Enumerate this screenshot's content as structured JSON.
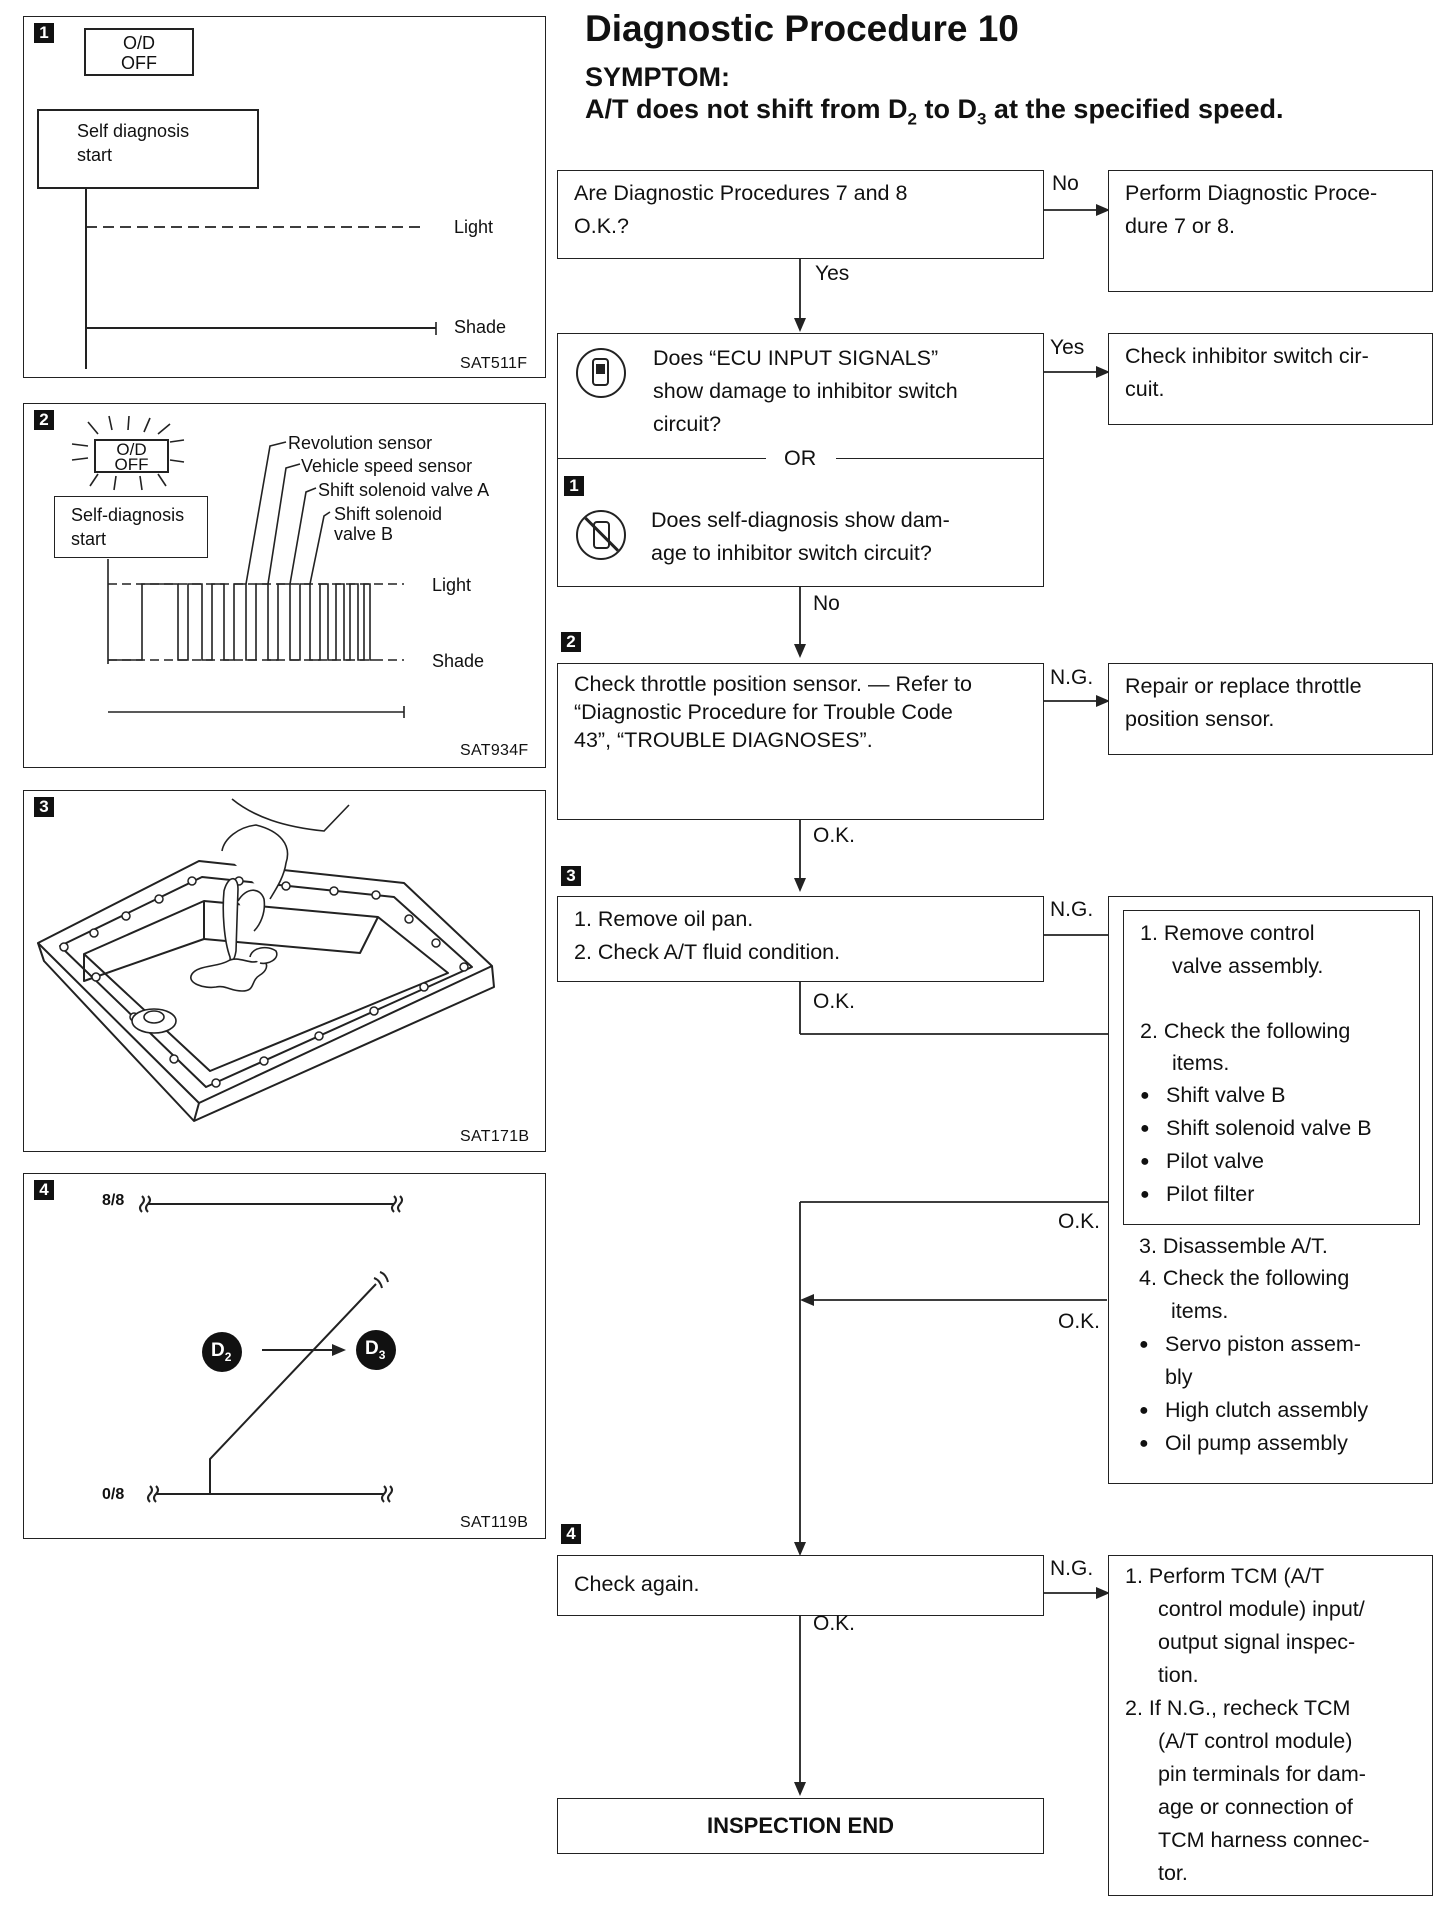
{
  "title": "Diagnostic Procedure 10",
  "symptom_label": "SYMPTOM:",
  "symptom_parts": [
    "A/T does not shift from D",
    "2",
    " to D",
    "3",
    " at the specified speed."
  ],
  "left_panels": {
    "p1": {
      "num": "1",
      "od_top": "O/D",
      "od_bottom": "OFF",
      "start_line1": "Self diagnosis",
      "start_line2": "start",
      "light": "Light",
      "shade": "Shade",
      "code": "SAT511F"
    },
    "p2": {
      "num": "2",
      "od_top": "O/D",
      "od_bottom": "OFF",
      "start_line1": "Self-diagnosis",
      "start_line2": "start",
      "labels": [
        "Revolution sensor",
        "Vehicle speed sensor",
        "Shift solenoid valve A",
        "Shift solenoid",
        "valve B"
      ],
      "light": "Light",
      "shade": "Shade",
      "code": "SAT934F"
    },
    "p3": {
      "num": "3",
      "code": "SAT171B"
    },
    "p4": {
      "num": "4",
      "top_label": "8/8",
      "bottom_label": "0/8",
      "from_gear": "D",
      "from_sub": "2",
      "to_gear": "D",
      "to_sub": "3",
      "code": "SAT119B"
    }
  },
  "flow": {
    "q1": [
      "Are Diagnostic Procedures 7 and 8",
      "O.K.?"
    ],
    "r1": [
      "Perform Diagnostic Proce-",
      "dure 7 or 8."
    ],
    "q2a": [
      "Does “ECU INPUT SIGNALS”",
      "show damage to inhibitor switch",
      "circuit?"
    ],
    "or": "OR",
    "q2_num": "1",
    "q2b": [
      "Does self-diagnosis show dam-",
      "age to inhibitor switch circuit?"
    ],
    "r2": [
      "Check inhibitor switch cir-",
      "cuit."
    ],
    "q3_num": "2",
    "q3": [
      "Check throttle position sensor. — Refer to",
      "“Diagnostic Procedure for Trouble Code",
      "43”, “TROUBLE DIAGNOSES”."
    ],
    "r3": [
      "Repair or replace throttle",
      "position sensor."
    ],
    "q4_num": "3",
    "q4": [
      "1.  Remove oil pan.",
      "2.  Check A/T fluid condition."
    ],
    "r4_inner": {
      "step1": [
        "1.  Remove control",
        "valve assembly."
      ],
      "step2": [
        "2.  Check the following",
        "items."
      ],
      "bullets": [
        "Shift valve B",
        "Shift solenoid valve B",
        "Pilot valve",
        "Pilot filter"
      ]
    },
    "r4_outer": {
      "step3": "3.  Disassemble A/T.",
      "step4": [
        "4.  Check the following",
        "items."
      ],
      "bullets": [
        "Servo piston assem-",
        "bly",
        "High clutch assembly",
        "Oil pump assembly"
      ]
    },
    "q5_num": "4",
    "q5": "Check again.",
    "r5": [
      "1.  Perform TCM (A/T",
      "control module) input/",
      "output signal inspec-",
      "tion.",
      "2.  If N.G., recheck TCM",
      "(A/T control module)",
      "pin terminals for dam-",
      "age or connection of",
      "TCM harness connec-",
      "tor."
    ],
    "end": "INSPECTION END",
    "edge_labels": {
      "no1": "No",
      "yes1": "Yes",
      "yes2": "Yes",
      "no2": "No",
      "ng3": "N.G.",
      "ok3": "O.K.",
      "ng4": "N.G.",
      "ok4": "O.K.",
      "ok_inner": "O.K.",
      "ok_outer": "O.K.",
      "ng5": "N.G.",
      "ok5": "O.K."
    }
  }
}
